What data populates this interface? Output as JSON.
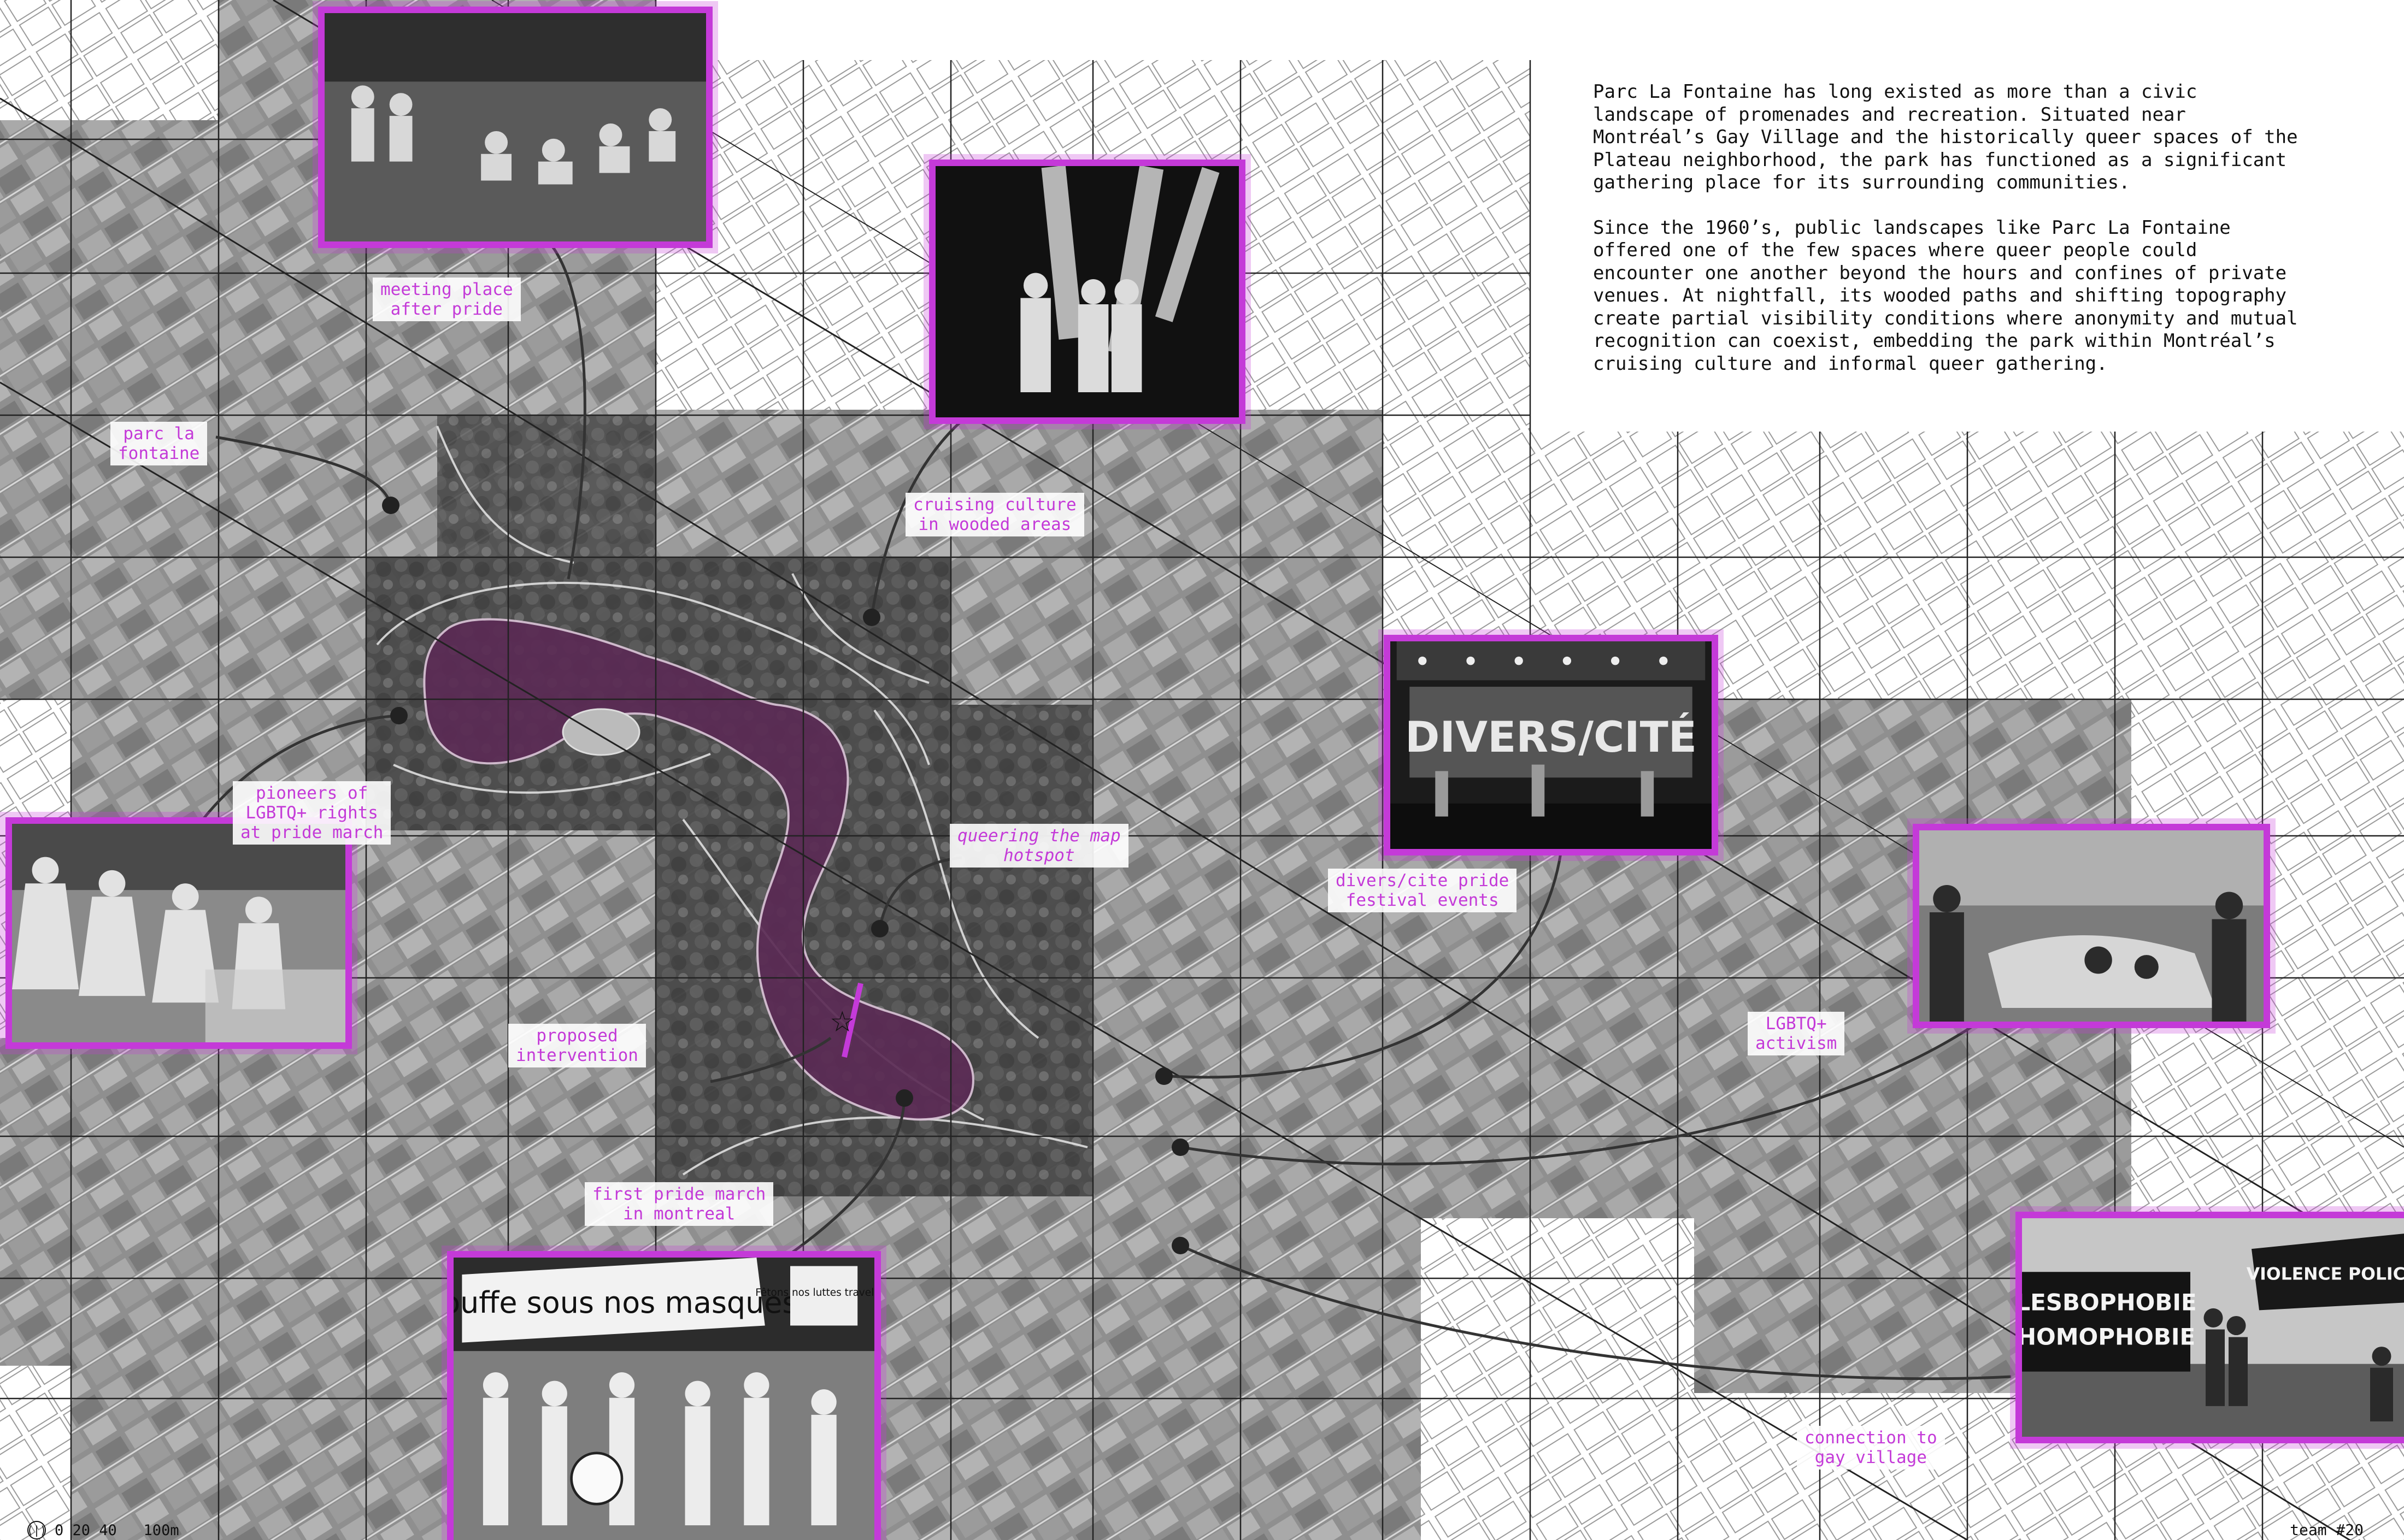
{
  "description": {
    "paragraph_1": "Parc La Fontaine has long existed as more than a civic\nlandscape of promenades and recreation. Situated near\nMontréal’s Gay Village and the historically queer spaces of the\nPlateau neighborhood, the park has functioned as a significant\ngathering place for its surrounding communities.",
    "paragraph_2": "Since the 1960’s, public landscapes like Parc La Fontaine\noffered one of the few spaces where queer people could\nencounter one another beyond the hours and confines of private\nvenues. At nightfall, its wooded paths and shifting topography\ncreate partial visibility conditions where anonymity and mutual\nrecognition can coexist, embedding the park within Montréal’s\ncruising culture and informal queer gathering."
  },
  "labels": {
    "meeting_place": "meeting place\nafter pride",
    "parc_la_fontaine": "parc la\nfontaine",
    "cruising_culture": "cruising culture\nin wooded areas",
    "pioneers": "pioneers of\nLGBTQ+ rights\nat pride march",
    "queering_hotspot": "queering the map\nhotspot",
    "divers_cite_events": "divers/cite pride\nfestival events",
    "proposed_intervention": "proposed\nintervention",
    "lgbtq_activism": "LGBTQ+\nactivism",
    "first_pride_march": "first pride march\nin montreal",
    "connection_gay_village": "connection to\ngay village"
  },
  "photos": {
    "divers_cite_banner": "DIVERS/CITÉ",
    "first_march_banner": "étouffe sous nos masques",
    "first_march_sign": "Fêtons nos luttes travellers",
    "lesbophobie_banner_1": "LESBOPHOBIE",
    "lesbophobie_banner_2": "HOMOPHOBIE",
    "violence_banner": "VIOLENCE POLICE"
  },
  "scale": {
    "north": "(|)",
    "ticks": "0 20 40   100m"
  },
  "team": "team #20",
  "colors": {
    "accent": "#c43ad8",
    "pond": "#5b2b55",
    "park_dark": "#4a4a4a",
    "aerial_mid": "#8e8e8e"
  }
}
